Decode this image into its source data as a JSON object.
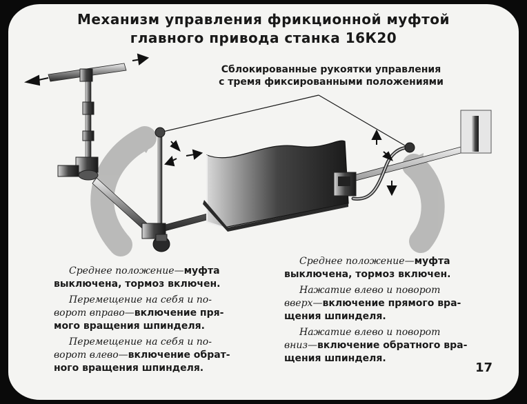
{
  "title": {
    "line1": "Механизм управления фрикционной муфтой",
    "line2": "главного привода станка 16К20"
  },
  "caption": {
    "line1": "Сблокированные рукоятки управления",
    "line2": "с тремя фиксированными положениями"
  },
  "left_text": {
    "p1_italic": "Среднее положение—",
    "p1_bold_a": "муфта",
    "p1_bold_b": "выключена, тормоз включен.",
    "p2_italic_a": "Перемещение на себя и по-",
    "p2_italic_b": "ворот вправо—",
    "p2_bold_b": "включение пря-",
    "p2_bold_c": "мого вращения шпинделя.",
    "p3_italic_a": "Перемещение на себя и по-",
    "p3_italic_b": "ворот влево—",
    "p3_bold_b": "включение обрат-",
    "p3_bold_c": "ного вращения шпинделя."
  },
  "right_text": {
    "p1_italic": "Среднее положение—",
    "p1_bold_a": "муфта",
    "p1_bold_b": "выключена, тормоз включен.",
    "p2_italic_a": "Нажатие влево и поворот",
    "p2_italic_b": "вверх—",
    "p2_bold_b": "включение прямого вра-",
    "p2_bold_c": "щения шпинделя.",
    "p3_italic_a": "Нажатие влево и поворот",
    "p3_italic_b": "вниз—",
    "p3_bold_b": "включение обратного вра-",
    "p3_bold_c": "щения шпинделя."
  },
  "page_number": "17",
  "colors": {
    "slide_bg": "#f4f4f2",
    "frame": "#0a0a0a",
    "ink": "#1a1a1a",
    "shadow_arrow": "#8a8a8a"
  }
}
